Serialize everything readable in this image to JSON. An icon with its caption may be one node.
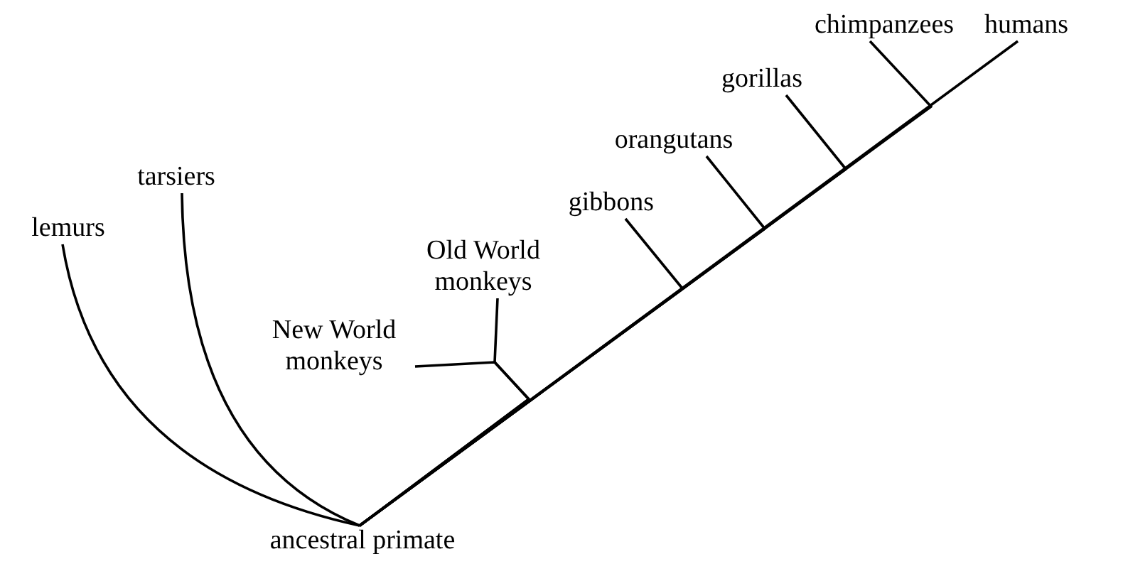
{
  "diagram": {
    "nodes": [
      {
        "text": [
          "lemurs"
        ]
      },
      {
        "text": [
          "tarsiers"
        ]
      },
      {
        "text": [
          "New World monkeys"
        ]
      },
      {
        "text": [
          "Old World monkeys"
        ]
      },
      {
        "text": [
          "gibbons"
        ]
      },
      {
        "text": [
          "orangutans"
        ]
      },
      {
        "text": [
          "gorillas"
        ]
      },
      {
        "text": [
          "chimpanzees"
        ]
      },
      {
        "text": [
          "humans"
        ]
      },
      {
        "text": [
          "ancestral primate"
        ]
      }
    ],
    "edges": [
      {
        "from": 9,
        "to": 0,
        "arrow": "none"
      },
      {
        "from": 9,
        "to": 1,
        "arrow": "none"
      },
      {
        "from": 9,
        "to": 2,
        "arrow": "none"
      },
      {
        "from": 9,
        "to": 3,
        "arrow": "none"
      },
      {
        "from": 9,
        "to": 4,
        "arrow": "none"
      },
      {
        "from": 9,
        "to": 5,
        "arrow": "none"
      },
      {
        "from": 9,
        "to": 6,
        "arrow": "none"
      },
      {
        "from": 9,
        "to": 7,
        "arrow": "none"
      },
      {
        "from": 9,
        "to": 8,
        "arrow": "none"
      }
    ]
  }
}
